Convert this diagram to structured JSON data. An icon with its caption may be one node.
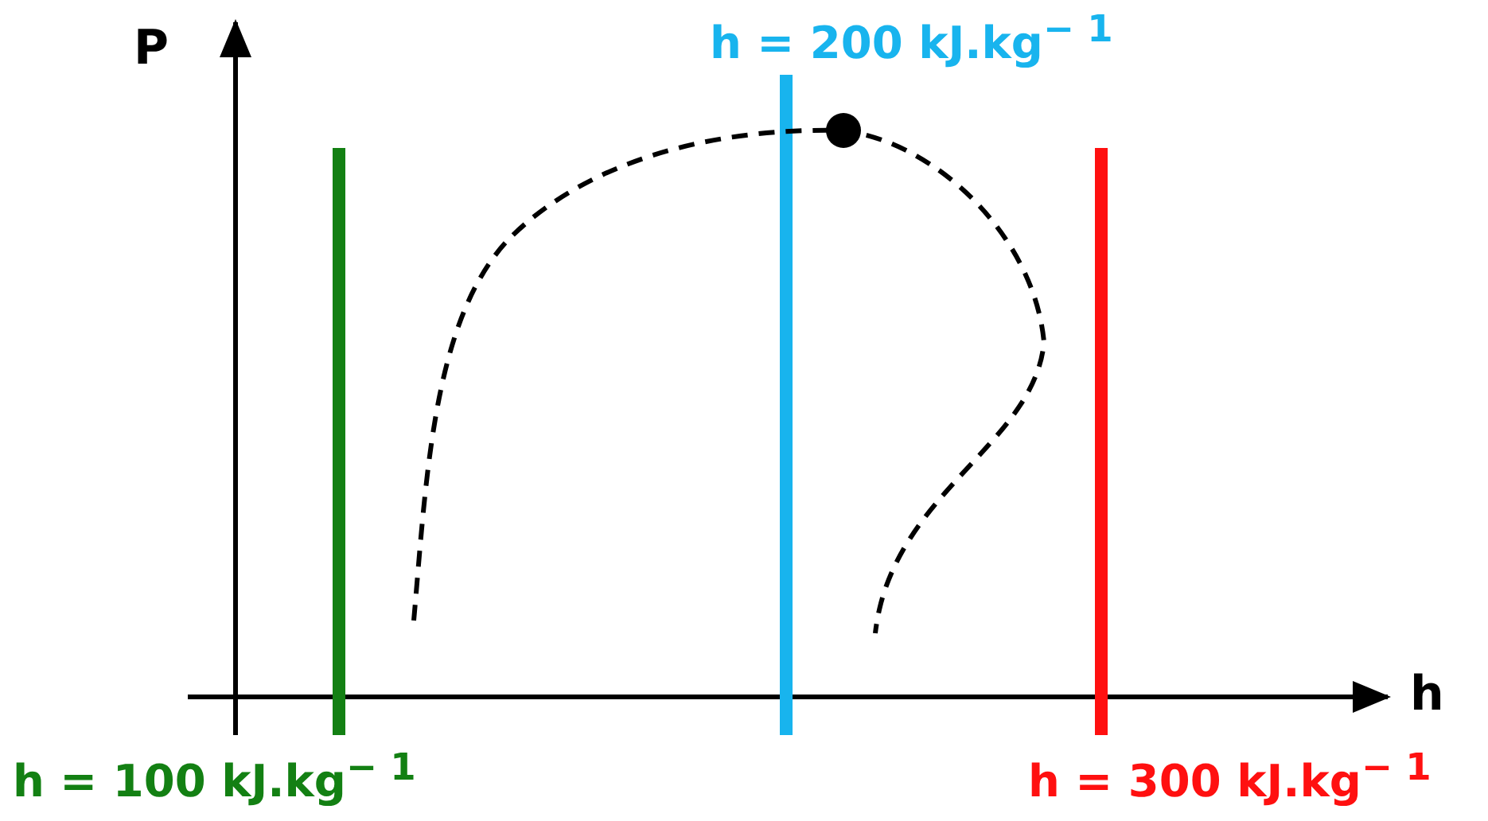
{
  "diagram": {
    "labels": [
      "P",
      "h = 200 kJ.kg$^{− 1}$",
      "h",
      "h = 100 kJ.kg$^{− 1}$",
      "h = 300 kJ.kg$^{− 1}$"
    ]
  }
}
